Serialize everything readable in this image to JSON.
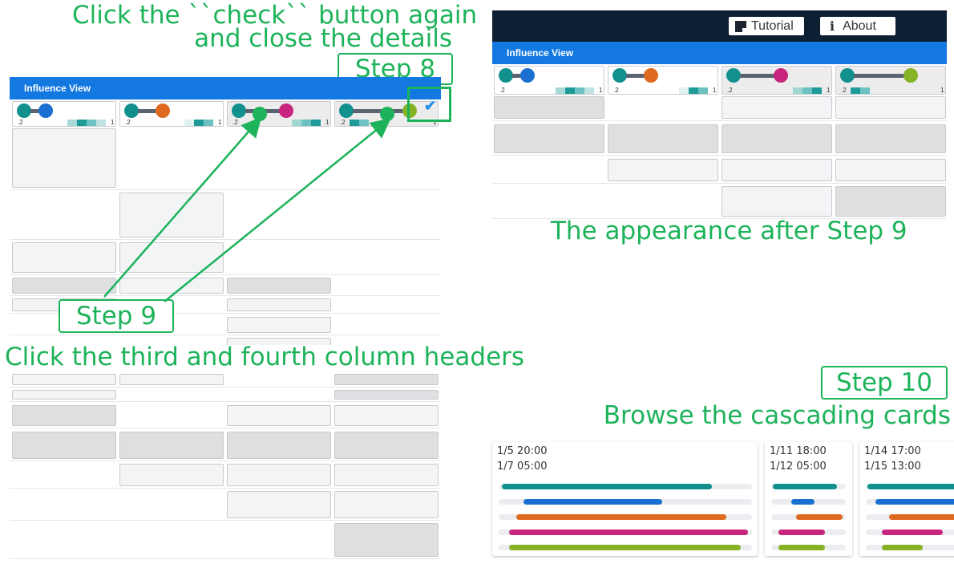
{
  "annotations": {
    "step8_instruction_line1": "Click the ``check`` button again",
    "step8_instruction_line2": "and close the details",
    "step8_label": "Step 8",
    "step9_label": "Step 9",
    "step9_instruction": "Click the third and fourth column headers",
    "after_step9_caption": "The appearance after Step 9",
    "step10_label": "Step 10",
    "step10_instruction": "Browse the cascading cards",
    "accent_color": "#1db35a"
  },
  "influence_view": {
    "title": "Influence View",
    "range_min": ".2",
    "range_max": "1",
    "check_icon": "check-icon"
  },
  "toolbar": {
    "tutorial_label": "Tutorial",
    "about_label": "About",
    "tutorial_icon": "tutorial-icon",
    "about_icon": "info-icon"
  },
  "columns": [
    {
      "source_color": "#11908e",
      "target_color": "#1a6fd0",
      "selected": false
    },
    {
      "source_color": "#11908e",
      "target_color": "#de6a1f",
      "selected": false
    },
    {
      "source_color": "#11908e",
      "target_color": "#c8257e",
      "selected": true
    },
    {
      "source_color": "#11908e",
      "target_color": "#86b226",
      "selected": true
    }
  ],
  "cards": [
    {
      "line1": "1/5 20:00",
      "line2": "1/7 05:00"
    },
    {
      "line1": "1/11 18:00",
      "line2": "1/12 05:00"
    },
    {
      "line1": "1/14 17:00",
      "line2": "1/15 13:00"
    }
  ],
  "series_colors": [
    "#11908e",
    "#1a6fd0",
    "#de6a1f",
    "#c8257e",
    "#86b226"
  ]
}
